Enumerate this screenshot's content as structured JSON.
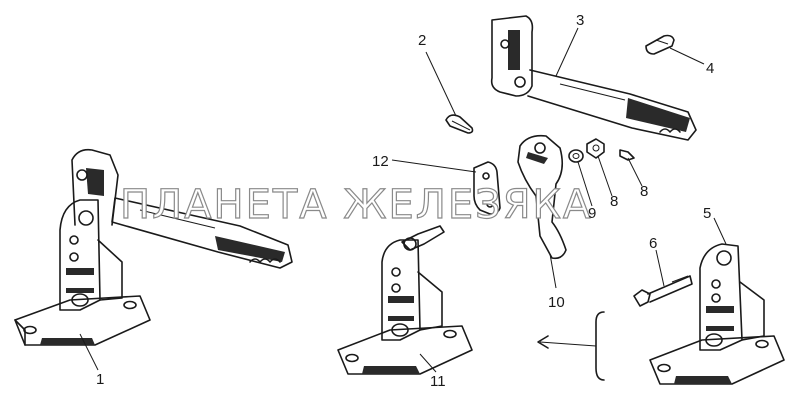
{
  "watermark": "ПЛАНЕТА ЖЕЛЕЗЯКА",
  "callouts": [
    {
      "id": "1",
      "text": "1"
    },
    {
      "id": "2",
      "text": "2"
    },
    {
      "id": "3",
      "text": "3"
    },
    {
      "id": "4",
      "text": "4"
    },
    {
      "id": "5",
      "text": "5"
    },
    {
      "id": "6",
      "text": "6"
    },
    {
      "id": "8a",
      "text": "8"
    },
    {
      "id": "8b",
      "text": "8"
    },
    {
      "id": "9",
      "text": "9"
    },
    {
      "id": "10",
      "text": "10"
    },
    {
      "id": "11",
      "text": "11"
    },
    {
      "id": "12",
      "text": "12"
    }
  ]
}
